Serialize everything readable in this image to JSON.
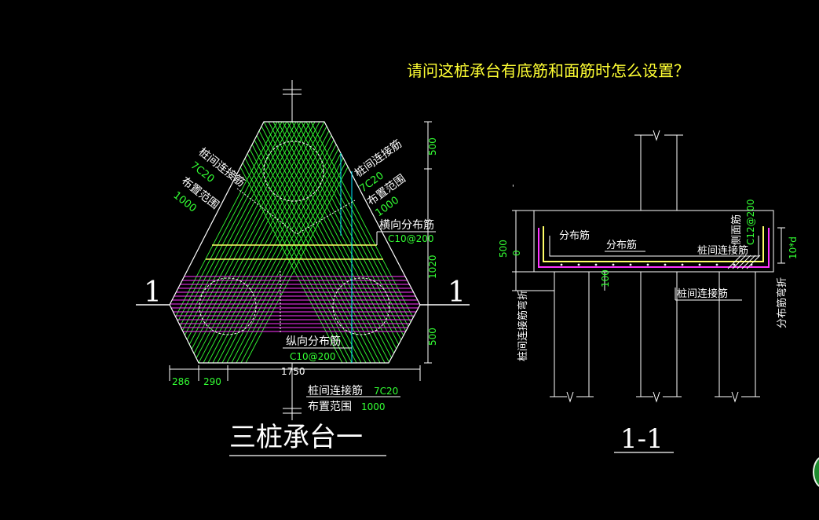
{
  "question": "请问这桩承台有底筋和面筋时怎么设置？",
  "plan": {
    "title": "三桩承台一",
    "section_mark": "1",
    "labels": {
      "left_conn_name": "桩间连接筋",
      "left_conn_spec": "7C20",
      "left_range_name": "布置范围",
      "left_range_value": "1000",
      "right_conn_name": "桩间连接筋",
      "right_conn_spec": "7C20",
      "right_range_name": "布置范围",
      "right_range_value": "1000",
      "trans_dist_name": "横向分布筋",
      "trans_dist_spec": "C10@200",
      "long_dist_name": "纵向分布筋",
      "long_dist_spec": "C10@200",
      "bottom_conn_name": "桩间连接筋",
      "bottom_conn_spec": "7C20",
      "bottom_range_name": "布置范围",
      "bottom_range_value": "1000"
    },
    "dims": {
      "right_top": "500",
      "right_mid": "1020",
      "right_bot": "500",
      "bottom_left1": "286",
      "bottom_left2": "290",
      "bottom_total": "1750"
    }
  },
  "section": {
    "title": "1-1",
    "labels": {
      "dist1": "分布筋",
      "dist2": "分布筋",
      "side_face": "侧面筋",
      "side_spec": "C12@200",
      "conn_top": "桩间连接筋",
      "conn_bottom": "桩间连接筋",
      "left_vertical": "桩间连接筋弯折",
      "right_vertical": "分布筋弯折",
      "right_dim": "10*d"
    },
    "dims": {
      "left_500": "500",
      "left_0": "0",
      "left_100": "100"
    }
  },
  "colors": {
    "background": "#000000",
    "line": "#ffffff",
    "rebar_green": "#33ff33",
    "rebar_magenta": "#ff33ff",
    "rebar_yellow": "#ffff66",
    "cyan": "#00e5ff",
    "dim_green": "#33ff33",
    "question_yellow": "#ffff33"
  }
}
